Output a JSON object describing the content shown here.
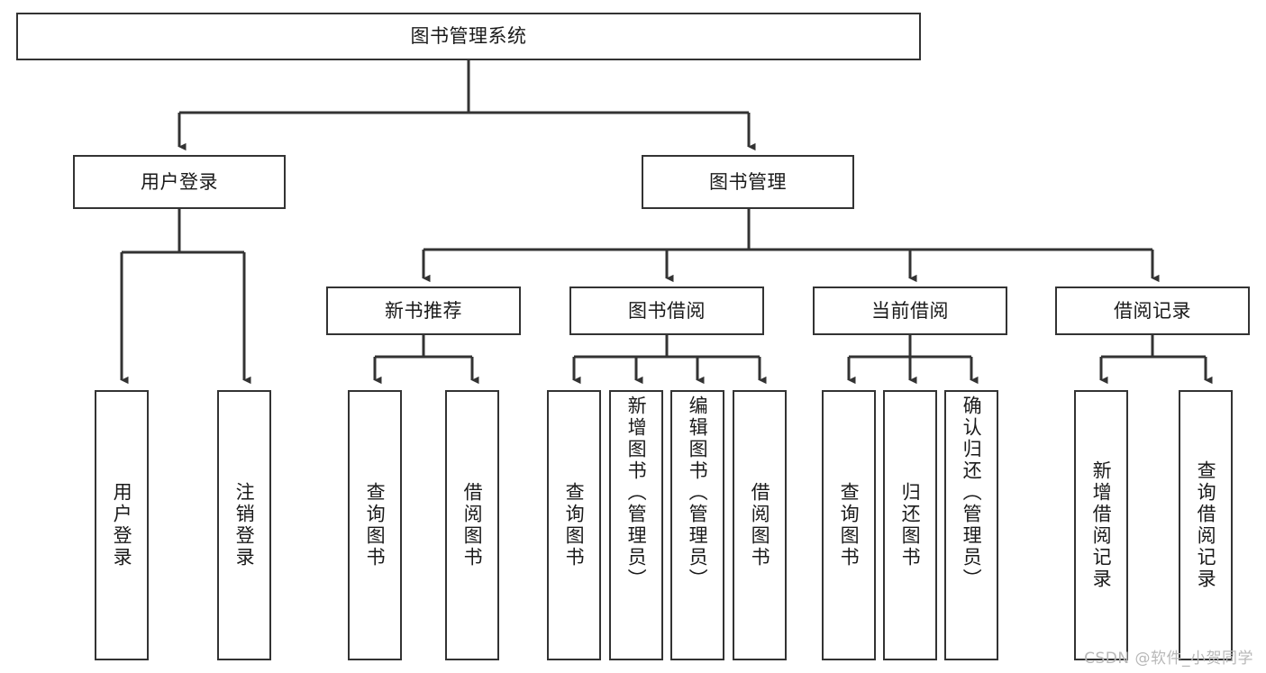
{
  "diagram": {
    "title": "图书管理系统",
    "type": "tree-hierarchy",
    "root": {
      "id": "root",
      "label": "图书管理系统"
    },
    "level2": [
      {
        "id": "user-login",
        "label": "用户登录"
      },
      {
        "id": "book-manage",
        "label": "图书管理"
      }
    ],
    "level3": [
      {
        "id": "new-book-rec",
        "label": "新书推荐",
        "parent": "book-manage"
      },
      {
        "id": "book-borrow",
        "label": "图书借阅",
        "parent": "book-manage"
      },
      {
        "id": "current-borrow",
        "label": "当前借阅",
        "parent": "book-manage"
      },
      {
        "id": "borrow-record",
        "label": "借阅记录",
        "parent": "book-manage"
      }
    ],
    "leaves": [
      {
        "id": "leaf-user-login",
        "label": "用户登录",
        "parent": "user-login"
      },
      {
        "id": "leaf-logout",
        "label": "注销登录",
        "parent": "user-login"
      },
      {
        "id": "leaf-query-book-1",
        "label": "查询图书",
        "parent": "new-book-rec"
      },
      {
        "id": "leaf-borrow-book-1",
        "label": "借阅图书",
        "parent": "new-book-rec"
      },
      {
        "id": "leaf-query-book-2",
        "label": "查询图书",
        "parent": "book-borrow"
      },
      {
        "id": "leaf-add-book",
        "label": "新增图书（管理员）",
        "parent": "book-borrow"
      },
      {
        "id": "leaf-edit-book",
        "label": "编辑图书（管理员）",
        "parent": "book-borrow"
      },
      {
        "id": "leaf-borrow-book-2",
        "label": "借阅图书",
        "parent": "book-borrow"
      },
      {
        "id": "leaf-query-book-3",
        "label": "查询图书",
        "parent": "current-borrow"
      },
      {
        "id": "leaf-return-book",
        "label": "归还图书",
        "parent": "current-borrow"
      },
      {
        "id": "leaf-confirm-return",
        "label": "确认归还（管理员）",
        "parent": "current-borrow"
      },
      {
        "id": "leaf-add-record",
        "label": "新增借阅记录",
        "parent": "borrow-record"
      },
      {
        "id": "leaf-query-record",
        "label": "查询借阅记录",
        "parent": "borrow-record"
      }
    ],
    "colors": {
      "stroke": "#333333",
      "fill": "#ffffff",
      "text": "#1a1a1a",
      "watermark": "#b8b8b8"
    }
  },
  "watermark": {
    "text": "CSDN @软件_小贺同学"
  }
}
